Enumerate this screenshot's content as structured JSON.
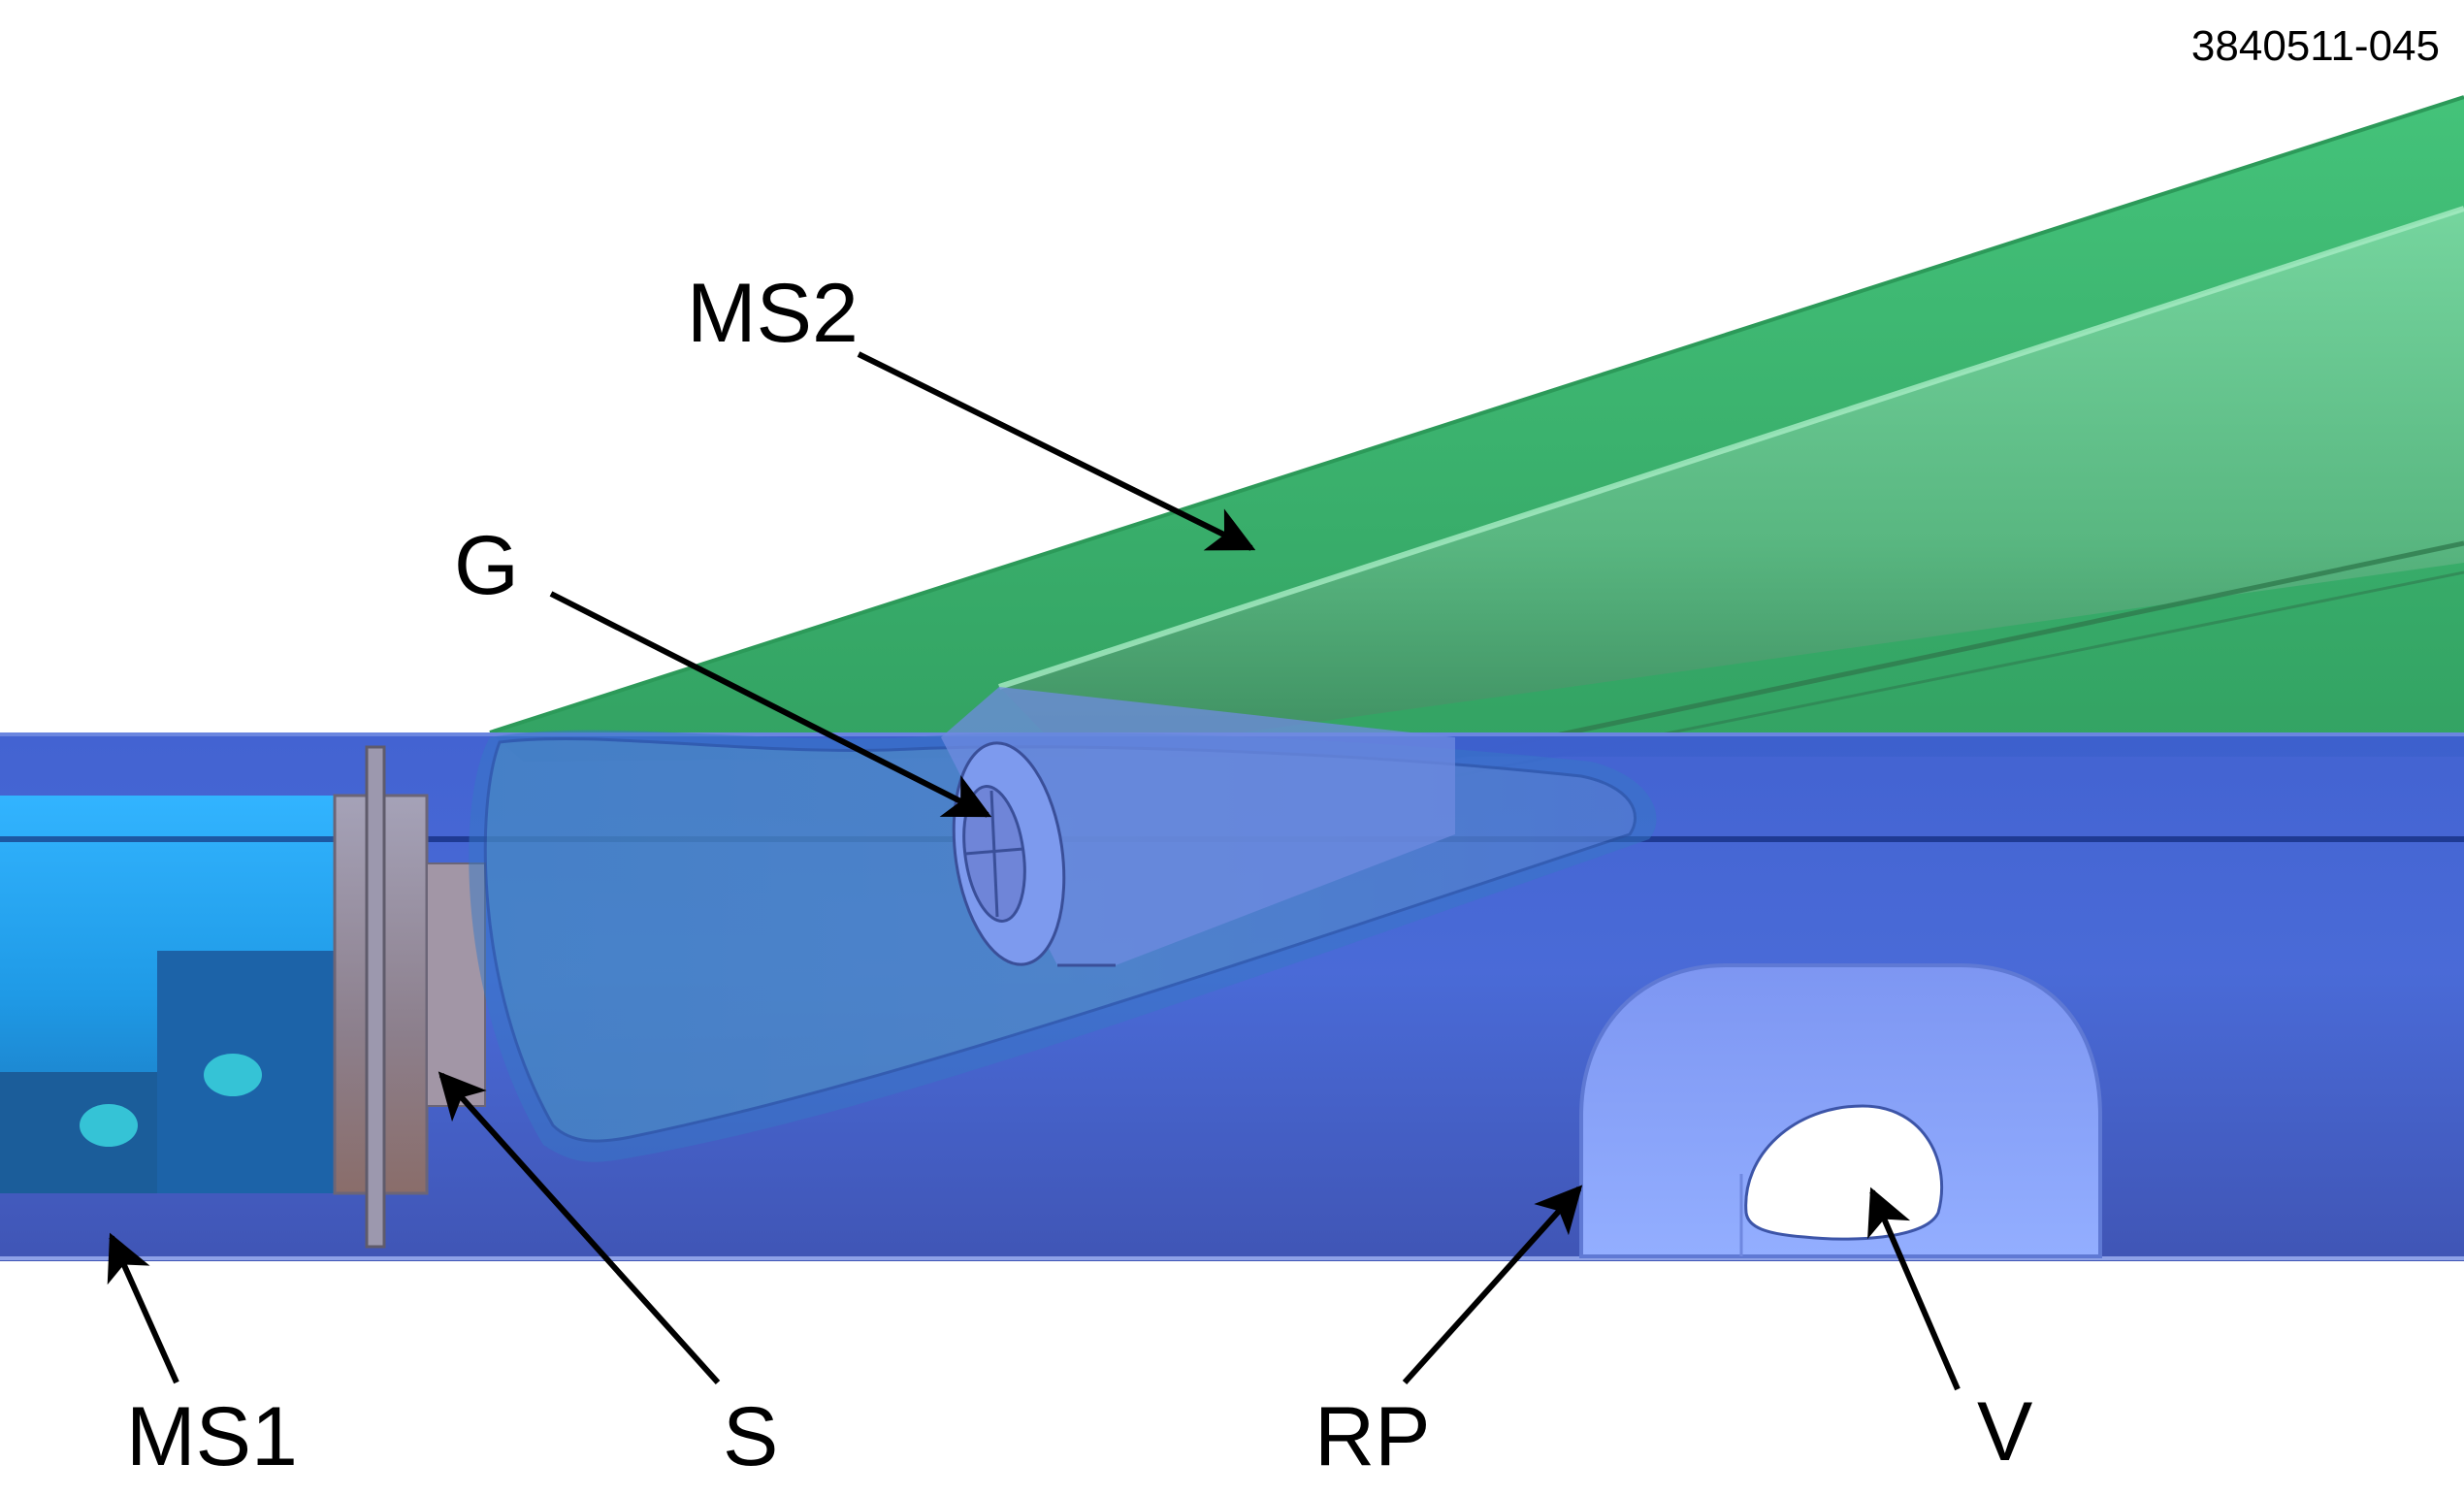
{
  "figure_id": "3840511-045",
  "labels": {
    "ms2": "MS2",
    "g": "G",
    "ms1": "MS1",
    "s": "S",
    "rp": "RP",
    "v": "V"
  },
  "colors": {
    "background": "#ffffff",
    "outer_pipe_blue": "#3f5fc9",
    "outer_pipe_edge": "#2a3f9e",
    "inner_tube_cyan": "#2aa6ea",
    "inner_tube_dark": "#1d6fae",
    "branch_pipe_green": "#35b86a",
    "branch_pipe_light": "#8fe3b3",
    "flange_grey": "#8d8a9e",
    "recess_light_blue": "#8aa4ff",
    "arrow_black": "#000000"
  }
}
